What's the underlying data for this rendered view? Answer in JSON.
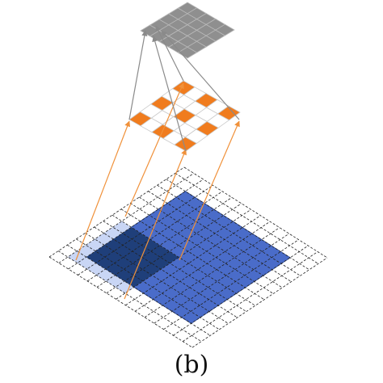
{
  "caption": "(b)",
  "colors": {
    "input_grid_line": "#222222",
    "input_fill": "#4a6cc9",
    "input_fill_stroke": "#3656ad",
    "receptive_light": "#c9d6f5",
    "receptive_dark": "#1f3f7a",
    "dilated_kernel_active": "#f07c1e",
    "dilated_kernel_blank": "#ffffff",
    "dilated_kernel_line": "#c9c9c9",
    "top_grid_fill": "#8f8f8f",
    "top_grid_line": "#b9b9b9",
    "orange_arrow": "#f0913a",
    "gray_arrow": "#8a8a8a"
  },
  "layers": {
    "input": {
      "grid_size": 15,
      "filled_start": 2,
      "filled_end": 12,
      "receptive_field_size": 5
    },
    "dilated_kernel": {
      "grid_size": 5
    },
    "output": {
      "grid_size": 5
    }
  }
}
